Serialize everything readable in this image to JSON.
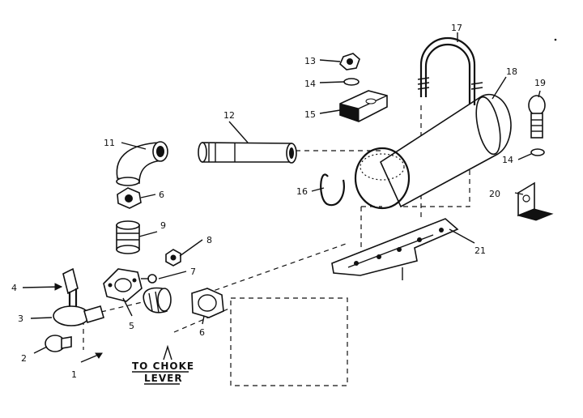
{
  "callouts": {
    "c1": "1",
    "c2": "2",
    "c3": "3",
    "c4": "4",
    "c5": "5",
    "c6a": "6",
    "c6b": "6",
    "c7": "7",
    "c8": "8",
    "c9": "9",
    "c11": "11",
    "c12": "12",
    "c13": "13",
    "c14a": "14",
    "c14b": "14",
    "c15": "15",
    "c16": "16",
    "c17": "17",
    "c18": "18",
    "c19": "19",
    "c20": "20",
    "c21": "21"
  },
  "note": {
    "line1": "TO CHOKE",
    "line2": "LEVER"
  }
}
